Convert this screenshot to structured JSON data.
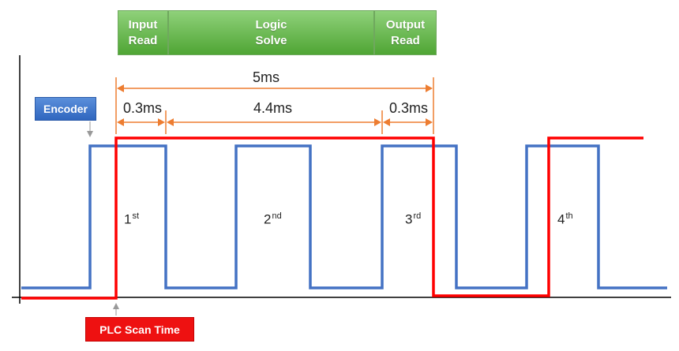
{
  "phases": [
    {
      "label": "Input\nRead"
    },
    {
      "label": "Logic\nSolve"
    },
    {
      "label": "Output\nRead"
    }
  ],
  "dimensions": {
    "total": "5ms",
    "input": "0.3ms",
    "logic": "4.4ms",
    "output": "0.3ms"
  },
  "labels": {
    "encoder": "Encoder",
    "plc_scan_time": "PLC Scan Time"
  },
  "scans": [
    {
      "num": "1",
      "suffix": "st"
    },
    {
      "num": "2",
      "suffix": "nd"
    },
    {
      "num": "3",
      "suffix": "rd"
    },
    {
      "num": "4",
      "suffix": "th"
    }
  ],
  "colors": {
    "encoder_signal": "#4472c4",
    "scan_signal": "#ff0000",
    "dimension_arrows": "#ed7d31",
    "phase_fill": "#70b84f",
    "axis": "#000000"
  }
}
